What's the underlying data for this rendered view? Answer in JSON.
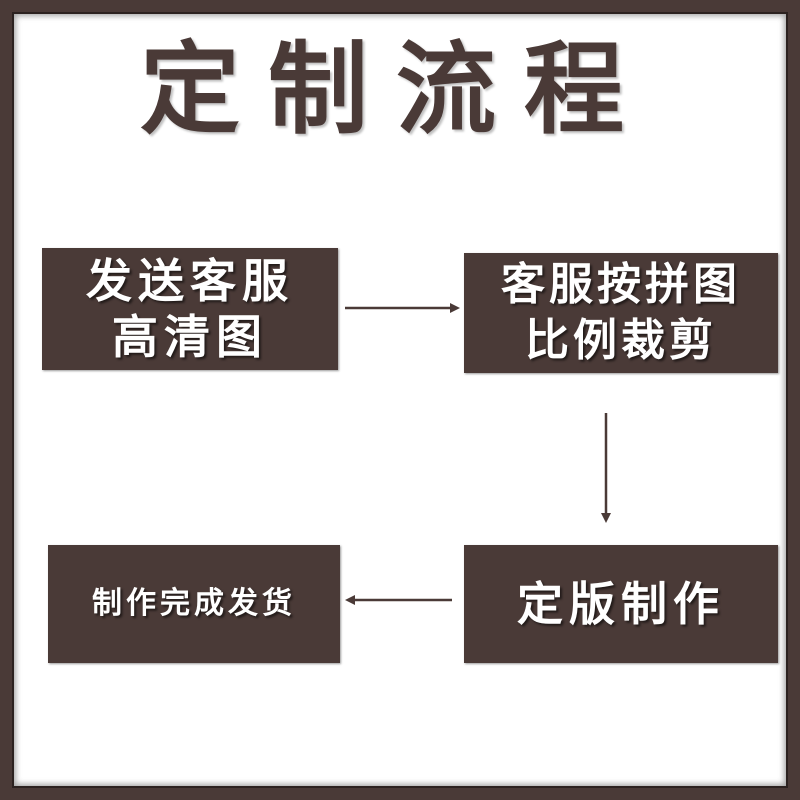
{
  "title": "定制流程",
  "steps": [
    {
      "line1": "发送客服",
      "line2": "高清图"
    },
    {
      "line1": "客服按拼图",
      "line2": "比例裁剪"
    },
    {
      "line1": "定版制作"
    },
    {
      "line1": "制作完成发货"
    }
  ],
  "colors": {
    "box": "#4a3a37",
    "text": "#ffffff",
    "border": "#4a3a37",
    "arrow": "#4a3a37"
  }
}
